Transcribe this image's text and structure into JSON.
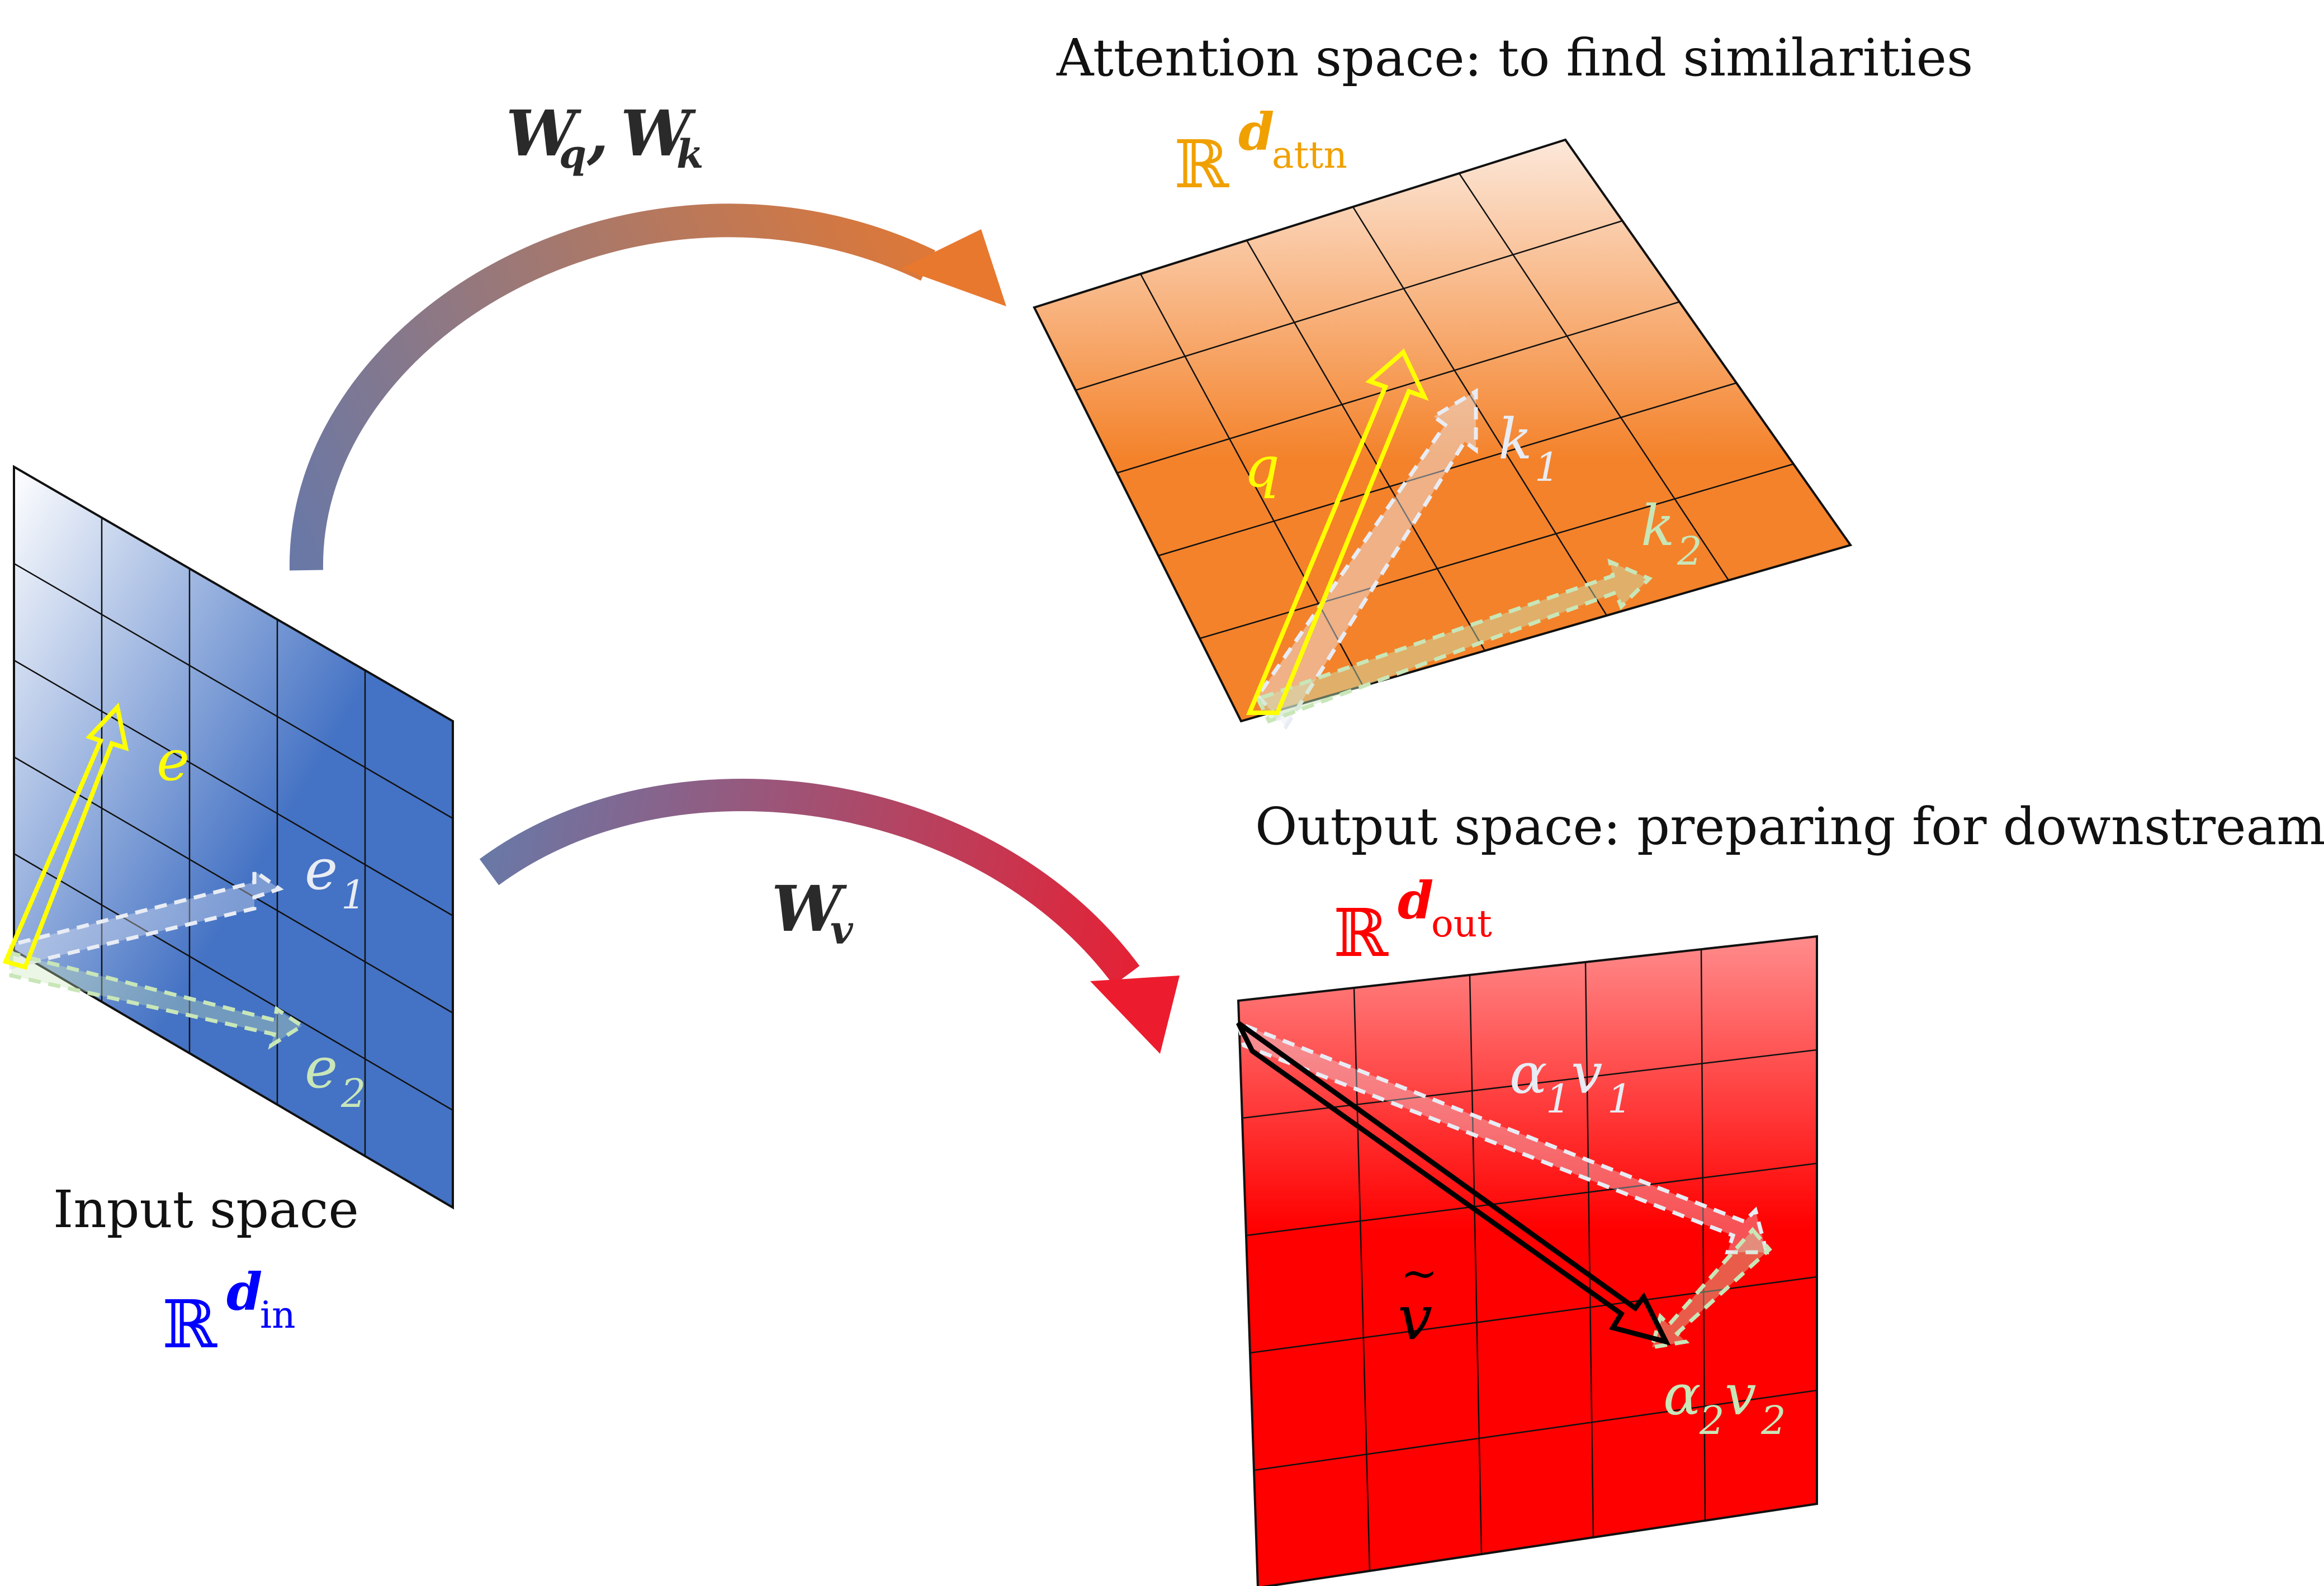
{
  "colors": {
    "input_dark": "#4472C4",
    "input_light": "#B4C7E7",
    "attn_dark": "#F4822A",
    "attn_light": "#FCE8DA",
    "out_dark": "#FF0000",
    "out_light": "#FF8C8C",
    "arrow_blue": "#6A78A6",
    "arrow_orange": "#E8782E",
    "arrow_red": "#EC1C2E",
    "yellow": "#FFFF00",
    "label_input": "#0000FF",
    "label_attn": "#F0A000",
    "label_out": "#FF0000",
    "key_white": "#E8ECF4",
    "key_green": "#C8E6B8"
  },
  "captions": {
    "input": "Input space",
    "attention": "Attention space: to find similarities",
    "output": "Output space: preparing for downstream"
  },
  "spaces": {
    "input": {
      "symbol": "ℝ",
      "sup_var": "d",
      "sup_sub": "in"
    },
    "attention": {
      "symbol": "ℝ",
      "sup_var": "d",
      "sup_sub": "attn"
    },
    "output": {
      "symbol": "ℝ",
      "sup_var": "d",
      "sup_sub": "out"
    }
  },
  "transforms": {
    "qk": {
      "w1": "W",
      "s1": "q",
      "sep": ",",
      "w2": "W",
      "s2": "k"
    },
    "v": {
      "w": "W",
      "s": "v"
    }
  },
  "vectors": {
    "e": "e",
    "e1": {
      "base": "e",
      "sub": "1"
    },
    "e2": {
      "base": "e",
      "sub": "2"
    },
    "q": "q",
    "k1": {
      "base": "k",
      "sub": "1"
    },
    "k2": {
      "base": "k",
      "sub": "2"
    },
    "a1v1": {
      "a": "α",
      "a_sub": "1",
      "v": "v",
      "v_sub": "1"
    },
    "a2v2": {
      "a": "α",
      "a_sub": "2",
      "v": "v",
      "v_sub": "2"
    },
    "vtilde": {
      "tilde": "~",
      "v": "v"
    }
  }
}
